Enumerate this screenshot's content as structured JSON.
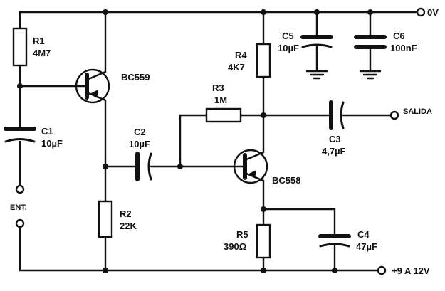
{
  "components": {
    "r1": {
      "ref": "R1",
      "value": "4M7"
    },
    "r2": {
      "ref": "R2",
      "value": "22K"
    },
    "r3": {
      "ref": "R3",
      "value": "1M"
    },
    "r4": {
      "ref": "R4",
      "value": "4K7"
    },
    "r5": {
      "ref": "R5",
      "value": "390Ω"
    },
    "c1": {
      "ref": "C1",
      "value": "10µF"
    },
    "c2": {
      "ref": "C2",
      "value": "10µF"
    },
    "c3": {
      "ref": "C3",
      "value": "4,7µF"
    },
    "c4": {
      "ref": "C4",
      "value": "47µF"
    },
    "c5": {
      "ref": "C5",
      "value": "10µF"
    },
    "c6": {
      "ref": "C6",
      "value": "100nF"
    },
    "q1": {
      "part": "BC559"
    },
    "q2": {
      "part": "BC558"
    }
  },
  "terminals": {
    "ground": "0V",
    "supply": "+9 A 12V",
    "input": "ENT.",
    "output": "SALIDA"
  },
  "colors": {
    "ink": "#111111",
    "paper": "#ffffff"
  }
}
